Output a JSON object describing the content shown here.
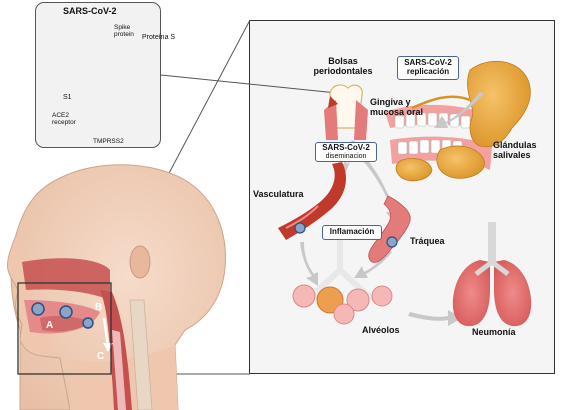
{
  "virus_inset": {
    "title": "SARS-CoV-2",
    "spike_label": "Spike protein",
    "protein_s": "Proteína S",
    "s1": "S1",
    "ace2": "ACE2 receptor",
    "tmprss2": "TMPRSS2"
  },
  "head": {
    "region_a": "A",
    "region_b": "B",
    "region_c": "C"
  },
  "panel": {
    "bolsas": "Bolsas periodontales",
    "replicacion": "SARS-CoV-2 replicación",
    "gingiva": "Gingiva y mucosa oral",
    "diseminacion_title": "SARS-CoV-2",
    "diseminacion_sub": "diseminacion",
    "glandulas": "Glándulas salivales",
    "vasculatura": "Vasculatura",
    "inflamacion": "Inflamación",
    "traquea": "Tráquea",
    "alveolos": "Alvéolos",
    "neumonia": "Neumonía"
  },
  "colors": {
    "virus_spike": "#2f4f7f",
    "virus_body": "#c0506a",
    "tissue_red": "#d9534f",
    "gland": "#e8a93a",
    "skin": "#f1d1bb",
    "panel_bg": "#f5f5f5"
  }
}
